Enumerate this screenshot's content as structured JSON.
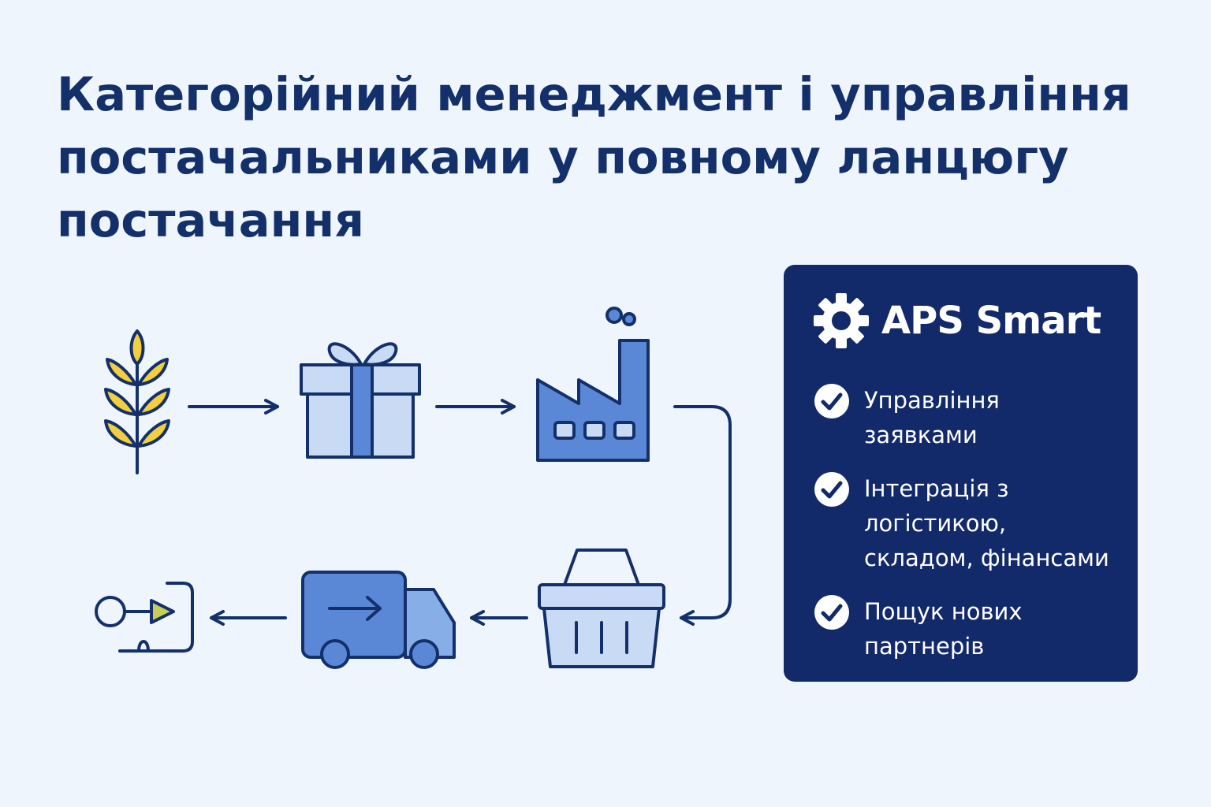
{
  "title_lines": [
    "Категорійний менеджмент і управління",
    "постачальниками у повному ланцюгу",
    "постачання"
  ],
  "panel": {
    "brand": "APS Smart",
    "brand_icon": "gear-icon",
    "features": [
      {
        "lines": [
          "Управління",
          "заявками"
        ]
      },
      {
        "lines": [
          "Інтеграція з",
          "логістикою,",
          "складом, фінансами"
        ]
      },
      {
        "lines": [
          "Пощук нових",
          "партнерів"
        ]
      }
    ]
  },
  "flow": {
    "steps": [
      "wheat-icon",
      "gift-box-icon",
      "factory-icon",
      "shopping-basket-icon",
      "delivery-truck-icon",
      "end-consumer-icon"
    ]
  },
  "colors": {
    "navy": "#14306a",
    "panel_bg": "#12296a",
    "page_bg": "#eef5fc",
    "icon_blue": "#5b88d6",
    "icon_light_blue": "#c9daf5",
    "wheat_yellow": "#f2cf3e",
    "consumer_green": "#c7ce58"
  }
}
